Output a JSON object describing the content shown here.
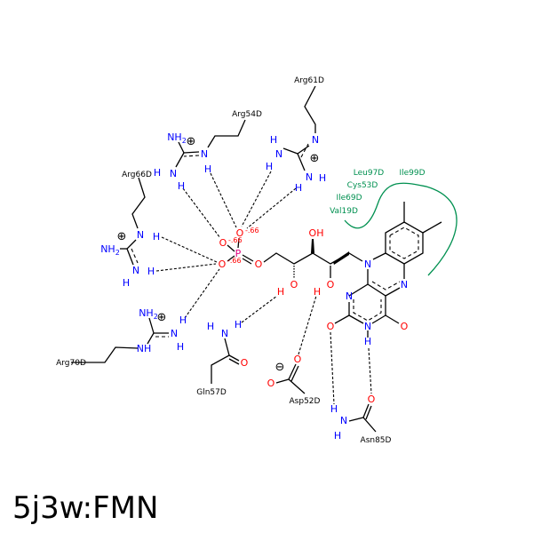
{
  "title": "5j3w:FMN",
  "residues": {
    "arg61": "Arg61D",
    "arg54": "Arg54D",
    "arg66": "Arg66D",
    "arg70": "Arg70D",
    "gln57": "Gln57D",
    "asp52": "Asp52D",
    "asn85": "Asn85D"
  },
  "hydrophobic": [
    "Leu97D",
    "Ile99D",
    "Cys53D",
    "Ile69D",
    "Val19D"
  ],
  "atoms": {
    "N": "N",
    "H": "H",
    "O": "O",
    "P": "P",
    "NH": "NH",
    "sub2": "2",
    "OH": "OH",
    "charge": "-.66",
    "plus": "⊕",
    "minus": "⊖"
  },
  "colors": {
    "nitrogen": "#0000ff",
    "oxygen": "#ff0000",
    "phosphorus": "#e0007f",
    "hydrophobic": "#009050"
  }
}
